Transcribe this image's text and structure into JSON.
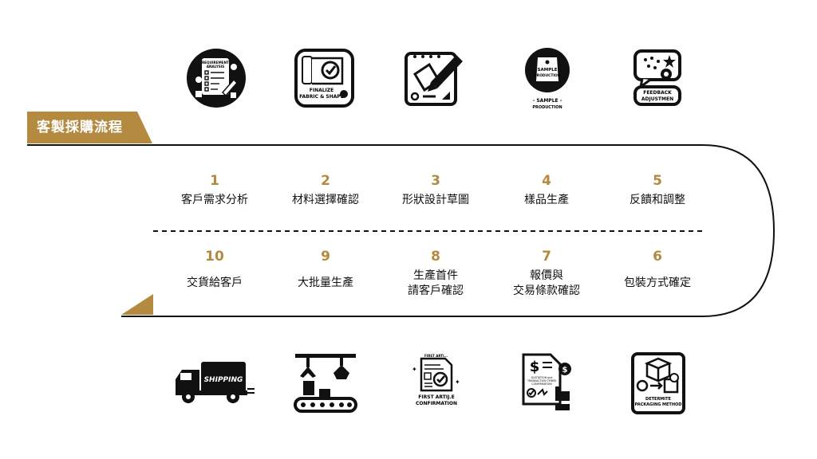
{
  "banner": {
    "title": "客製採購流程"
  },
  "steps": [
    {
      "num": "1",
      "label": "客戶需求分析"
    },
    {
      "num": "2",
      "label": "材料選擇確認"
    },
    {
      "num": "3",
      "label": "形狀設計草圖"
    },
    {
      "num": "4",
      "label": "樣品生產"
    },
    {
      "num": "5",
      "label": "反饋和調整"
    },
    {
      "num": "6",
      "label": "包裝方式確定"
    },
    {
      "num": "7",
      "label": "報價與",
      "label2": "交易條款確認"
    },
    {
      "num": "8",
      "label": "生產首件",
      "label2": "請客戶確認"
    },
    {
      "num": "9",
      "label": "大批量生產"
    },
    {
      "num": "10",
      "label": "交貨給客戶"
    }
  ],
  "icons": {
    "requirement": {
      "name": "requirement-analysis-icon",
      "t1": "REQUIREMENT",
      "t2": "ANALYSIS"
    },
    "fabric": {
      "name": "fabric-shape-icon",
      "t1": "FINALIZE",
      "t2": "FABRIC & SHAPE"
    },
    "sketch": {
      "name": "sketch-design-icon"
    },
    "sample": {
      "name": "sample-production-icon",
      "t1": "SAMPLE",
      "t2": "PRODUCTION",
      "t3": "- SAMPLE -",
      "t4": "PRODUCTION"
    },
    "feedback": {
      "name": "feedback-adjustment-icon",
      "t1": "FEEDBACK",
      "t2": "ADJUSTMEN"
    },
    "shipping": {
      "name": "shipping-truck-icon",
      "t1": "SHIPPING"
    },
    "mass": {
      "name": "mass-production-icon"
    },
    "firstarticle": {
      "name": "first-article-icon",
      "t1": "FIRST ARTI...",
      "t2": "FIRST ARTIJ.E",
      "t3": "CONFIRMATION"
    },
    "quote": {
      "name": "quotation-icon",
      "t1": "QUOTATION and",
      "t2": "TRANSACTION TERMS",
      "t3": "CONFIRMATION"
    },
    "packaging": {
      "name": "packaging-method-icon",
      "t1": "DETERMITE",
      "t2": "PACKAGING METHOD"
    }
  },
  "colors": {
    "accent": "#b38a3f",
    "ink": "#111111"
  }
}
